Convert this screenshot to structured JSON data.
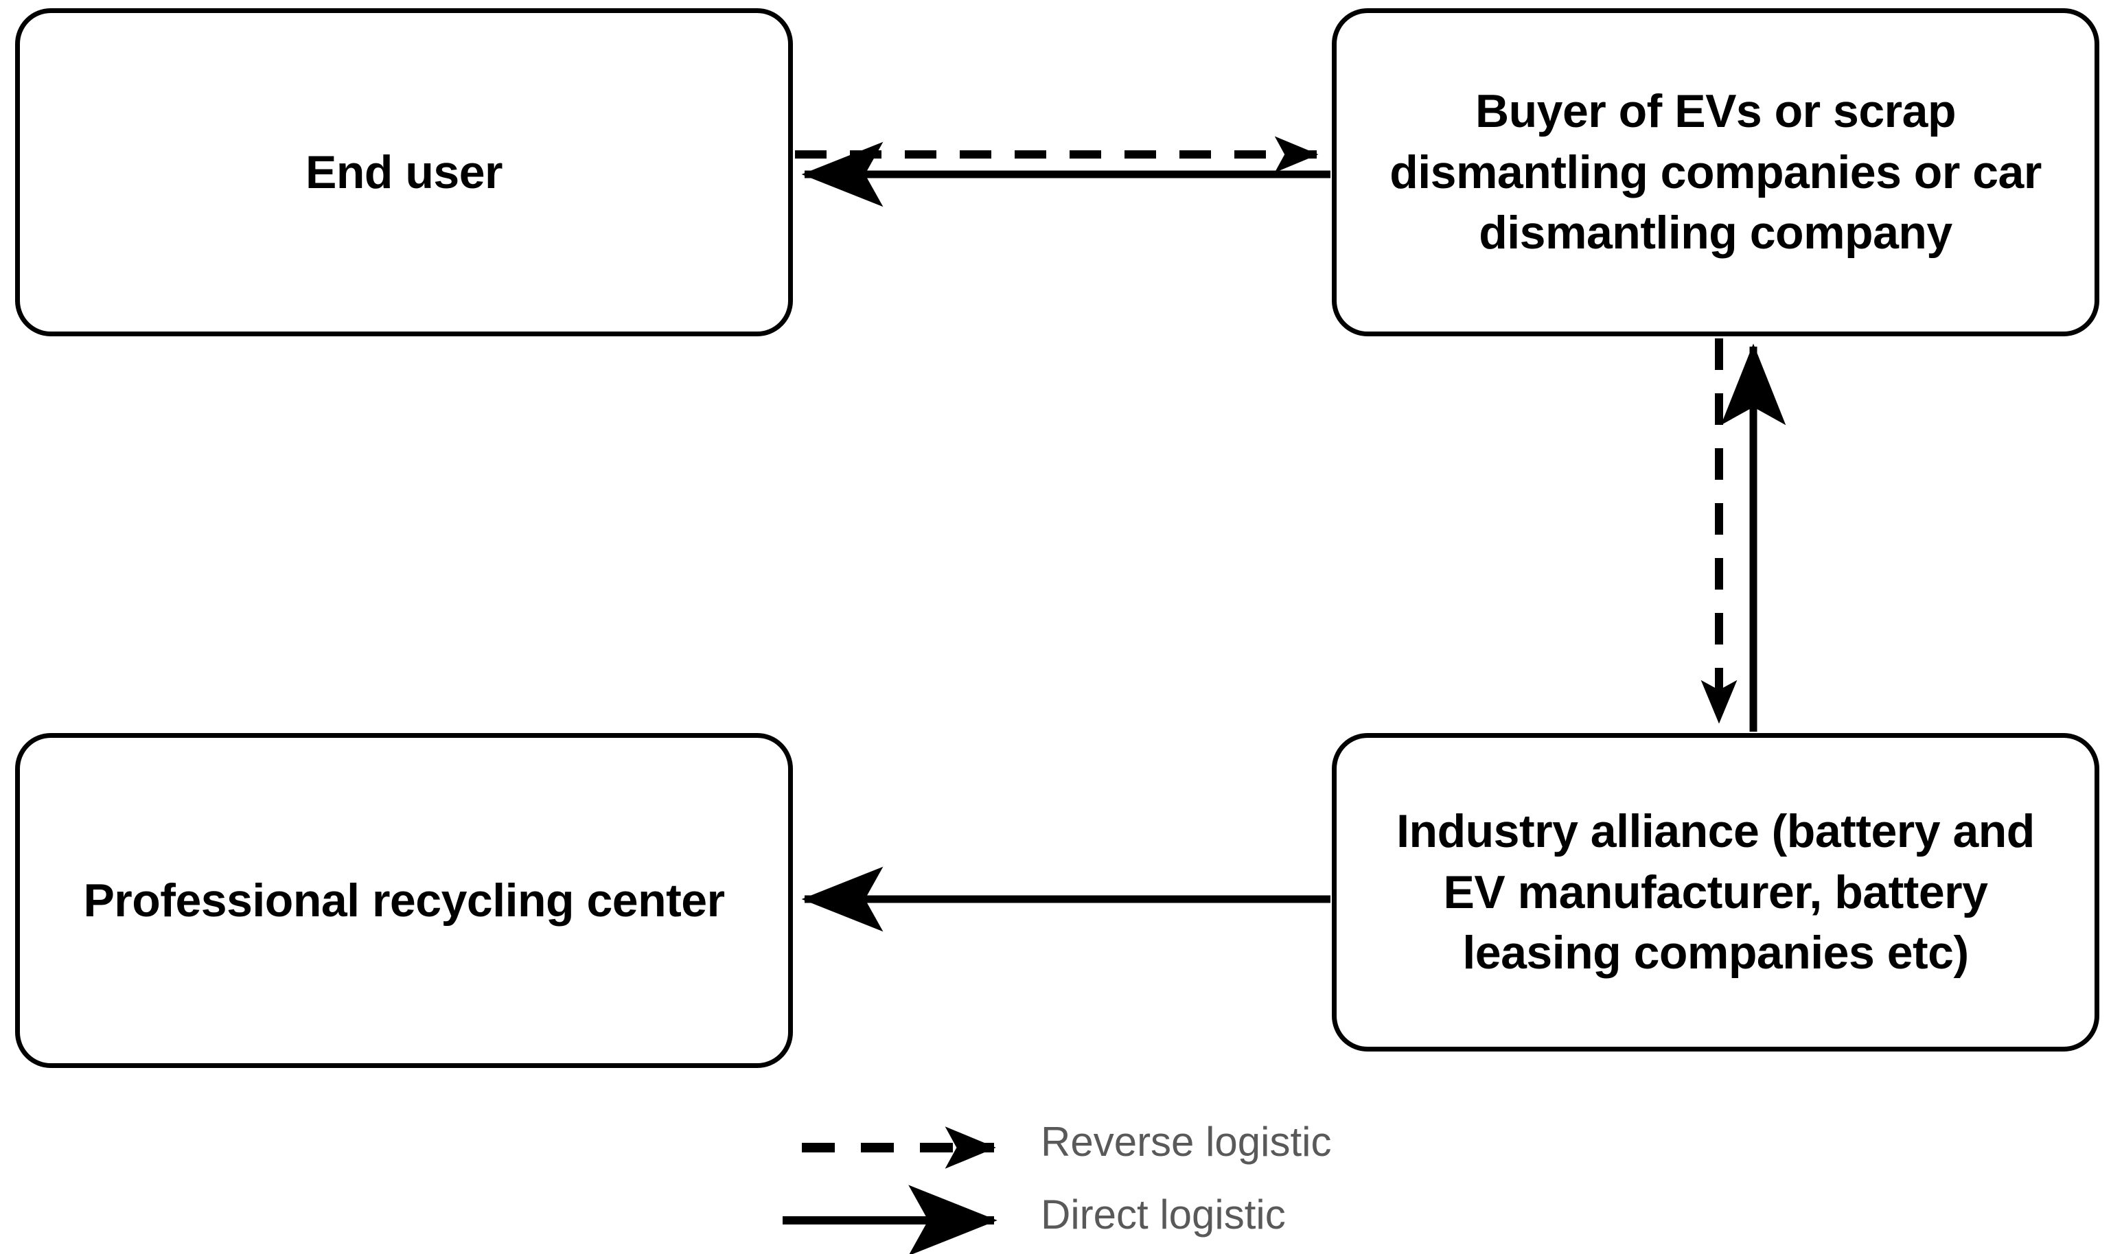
{
  "diagram": {
    "title": "EV battery reverse and direct logistics network",
    "stroke_color": "#000000",
    "fill_color": "#ffffff",
    "legend_text_color": "#595959",
    "nodes": [
      {
        "id": "end-user",
        "label": "End user",
        "lines": [
          "End user"
        ]
      },
      {
        "id": "buyer",
        "label": "Buyer of EVs or scrap dismantling companies or car dismantling company",
        "lines": [
          "Buyer of EVs or scrap",
          "dismantling companies or car",
          "dismantling company"
        ]
      },
      {
        "id": "recycling",
        "label": "Professional recycling center",
        "lines": [
          "Professional recycling center"
        ]
      },
      {
        "id": "alliance",
        "label": "Industry alliance (battery and EV manufacturer, battery leasing companies etc)",
        "lines": [
          "Industry alliance (battery and",
          "EV manufacturer, battery",
          "leasing companies etc)"
        ]
      }
    ],
    "edges": [
      {
        "id": "end-user-to-buyer",
        "from": "end-user",
        "to": "buyer",
        "style": "dashed",
        "type": "Reverse logistic",
        "direction": "right"
      },
      {
        "id": "buyer-to-end-user",
        "from": "buyer",
        "to": "end-user",
        "style": "solid",
        "type": "Direct logistic",
        "direction": "left"
      },
      {
        "id": "buyer-to-alliance",
        "from": "buyer",
        "to": "alliance",
        "style": "dashed",
        "type": "Reverse logistic",
        "direction": "down"
      },
      {
        "id": "alliance-to-buyer",
        "from": "alliance",
        "to": "buyer",
        "style": "solid",
        "type": "Direct logistic",
        "direction": "up"
      },
      {
        "id": "alliance-to-recycling",
        "from": "alliance",
        "to": "recycling",
        "style": "solid",
        "type": "Direct logistic",
        "direction": "left"
      }
    ]
  },
  "legend": {
    "items": [
      {
        "id": "reverse",
        "label": "Reverse logistic",
        "style": "dashed"
      },
      {
        "id": "direct",
        "label": "Direct logistic",
        "style": "solid"
      }
    ]
  }
}
